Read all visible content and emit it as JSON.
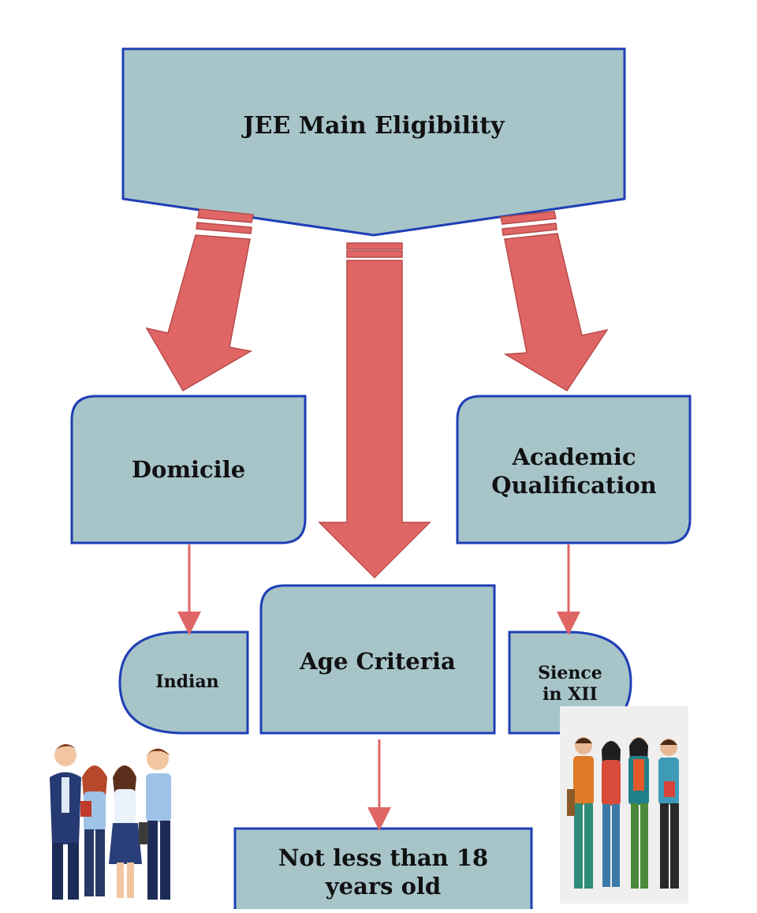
{
  "colors": {
    "box_fill": "#a7c4c9",
    "box_stroke": "#1f3fb5",
    "arrow_fill": "#e06666",
    "arrow_stroke": "#b84a4a",
    "connector": "#e06666"
  },
  "nodes": {
    "root": {
      "label": "JEE Main Eligibility"
    },
    "domicile": {
      "label": "Domicile"
    },
    "academic": {
      "label": "Academic\nQualification"
    },
    "age": {
      "label": "Age Criteria"
    },
    "indian": {
      "label": "Indian"
    },
    "science": {
      "label": "Sience\nin XII"
    },
    "age_value": {
      "label": "Not less than 18\nyears old"
    }
  },
  "edges": [
    {
      "from": "root",
      "to": "domicile",
      "style": "big-arrow"
    },
    {
      "from": "root",
      "to": "age",
      "style": "big-arrow"
    },
    {
      "from": "root",
      "to": "academic",
      "style": "big-arrow"
    },
    {
      "from": "domicile",
      "to": "indian",
      "style": "thin-arrow"
    },
    {
      "from": "academic",
      "to": "science",
      "style": "thin-arrow"
    },
    {
      "from": "age",
      "to": "age_value",
      "style": "thin-arrow"
    }
  ],
  "illustrations": {
    "left": "students-group-illustration",
    "right": "students-group-illustration"
  }
}
